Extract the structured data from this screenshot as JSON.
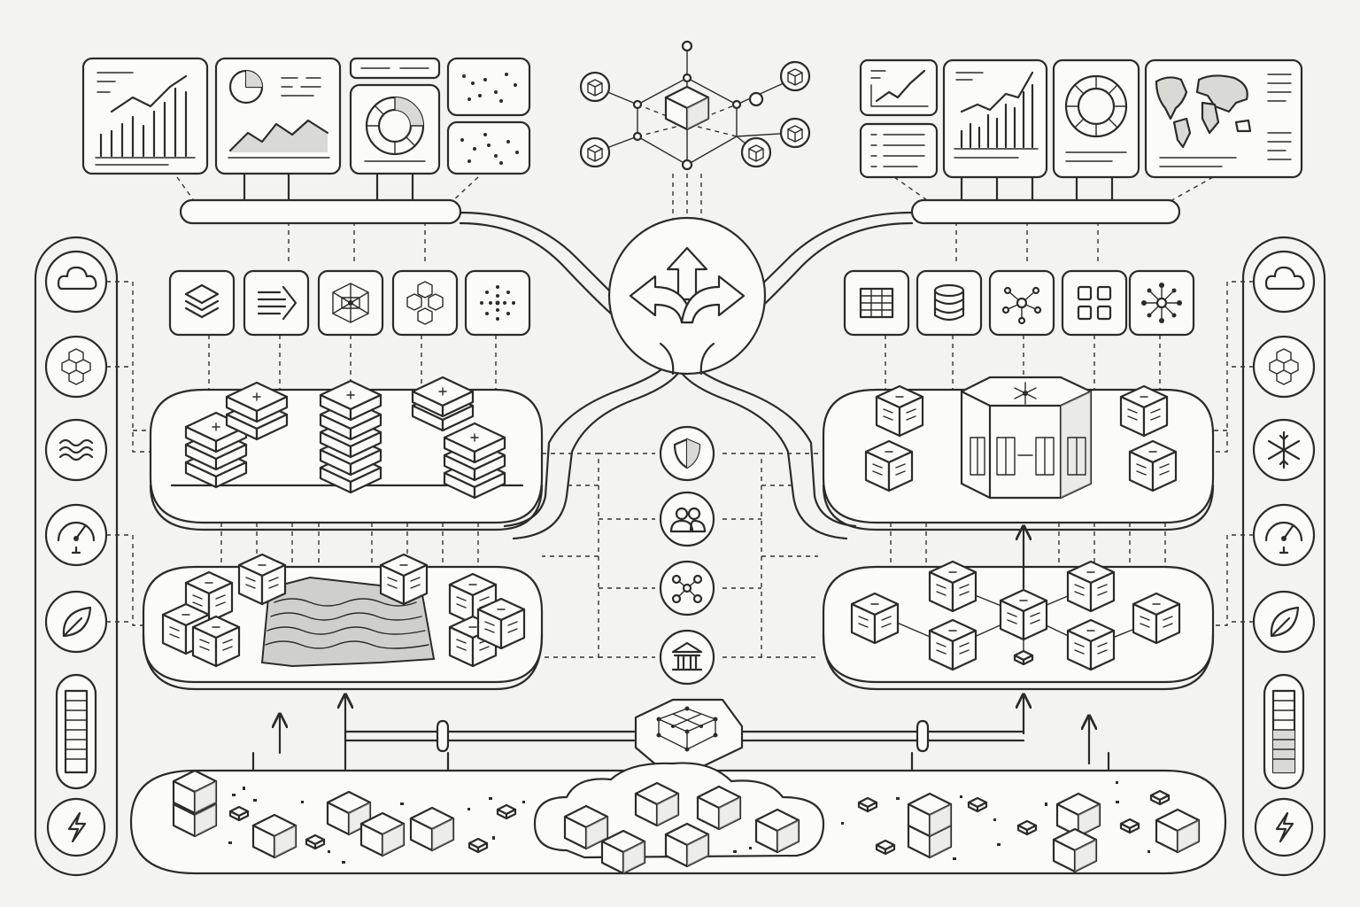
{
  "diagram": {
    "left_rail_icons": [
      "cloud-icon",
      "cubes-icon",
      "waves-icon",
      "gauge-icon",
      "leaf-icon",
      "battery-icon",
      "bolt-icon"
    ],
    "right_rail_icons": [
      "cloud-icon",
      "cubes-icon",
      "snowflake-icon",
      "gauge-icon",
      "leaf-icon",
      "battery-icon",
      "bolt-icon"
    ],
    "left_dashboards": [
      "line-bar-chart-panel",
      "pie-area-chart-panel",
      "header-bar-panel",
      "donut-chart-panel",
      "scatter-panel-top",
      "scatter-panel-bottom"
    ],
    "right_dashboards": [
      "line-chart-panel",
      "list-panel",
      "bar-line-chart-panel",
      "donut-chart-panel",
      "world-map-panel"
    ],
    "left_tool_icons": [
      "layers-icon",
      "flow-arrows-icon",
      "network-cube-icon",
      "hex-cubes-icon",
      "dot-cluster-icon"
    ],
    "right_tool_icons": [
      "table-icon",
      "database-icon",
      "hub-network-icon",
      "grid-blocks-icon",
      "star-network-icon"
    ],
    "governance_icons": [
      "shield-icon",
      "users-icon",
      "share-network-icon",
      "bank-icon"
    ],
    "central_router_icon": "split-arrows-icon",
    "top_graph_icon": "cube-graph-icon",
    "bottom_hub_icon": "mesh-hub-icon",
    "colors": {
      "ink": "#2b2b2b",
      "paper": "#f3f3f1",
      "shade": "#d9d9d6"
    }
  }
}
